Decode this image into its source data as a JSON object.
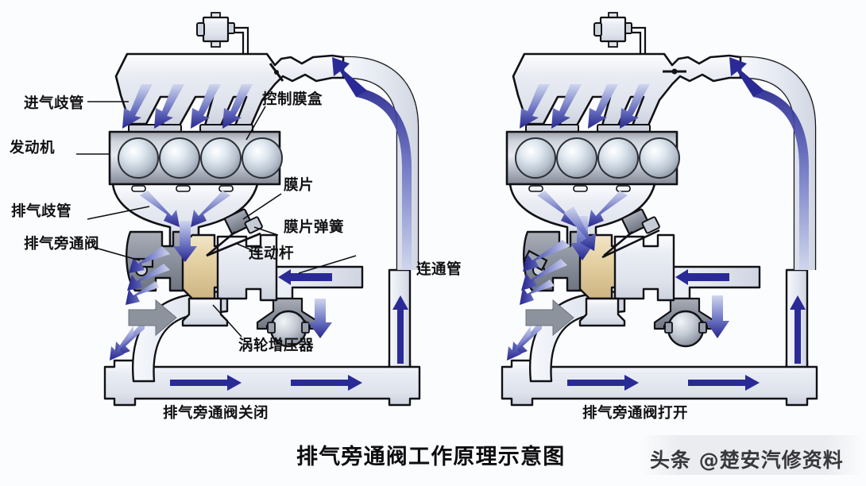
{
  "title": "排气旁通阀工作原理示意图",
  "watermark": "头条 @楚安汽修资料",
  "background_color": "#fbfcfd",
  "colors": {
    "arrow_dark": "#2a2a96",
    "arrow_light": "#b9c4ea",
    "metal_light": "#eef1f7",
    "metal_mid": "#b9bec8",
    "metal_dark": "#7c828d",
    "bearing_tan": "#e8d6ae",
    "outline": "#111116",
    "label_text": "#111113"
  },
  "labels": {
    "intake_manifold": "进气歧管",
    "engine": "发动机",
    "exhaust_manifold": "排气歧管",
    "exhaust_bypass_valve": "排气旁通阀",
    "control_diaphragm_box": "控制膜盒",
    "diaphragm": "膜片",
    "diaphragm_spring": "膜片弹簧",
    "linkage_rod": "连动杆",
    "turbocharger": "涡轮增压器",
    "connecting_pipe": "连通管"
  },
  "panels": [
    {
      "id": "left",
      "caption": "排气旁通阀关闭",
      "valve_state": "closed",
      "throttle_state": "tilted"
    },
    {
      "id": "right",
      "caption": "排气旁通阀打开",
      "valve_state": "open",
      "throttle_state": "horizontal"
    }
  ],
  "icons": {
    "solenoid": "solenoid-valve-icon",
    "flow_arrow": "flow-arrow-icon",
    "cylinder": "engine-cylinder-icon"
  }
}
